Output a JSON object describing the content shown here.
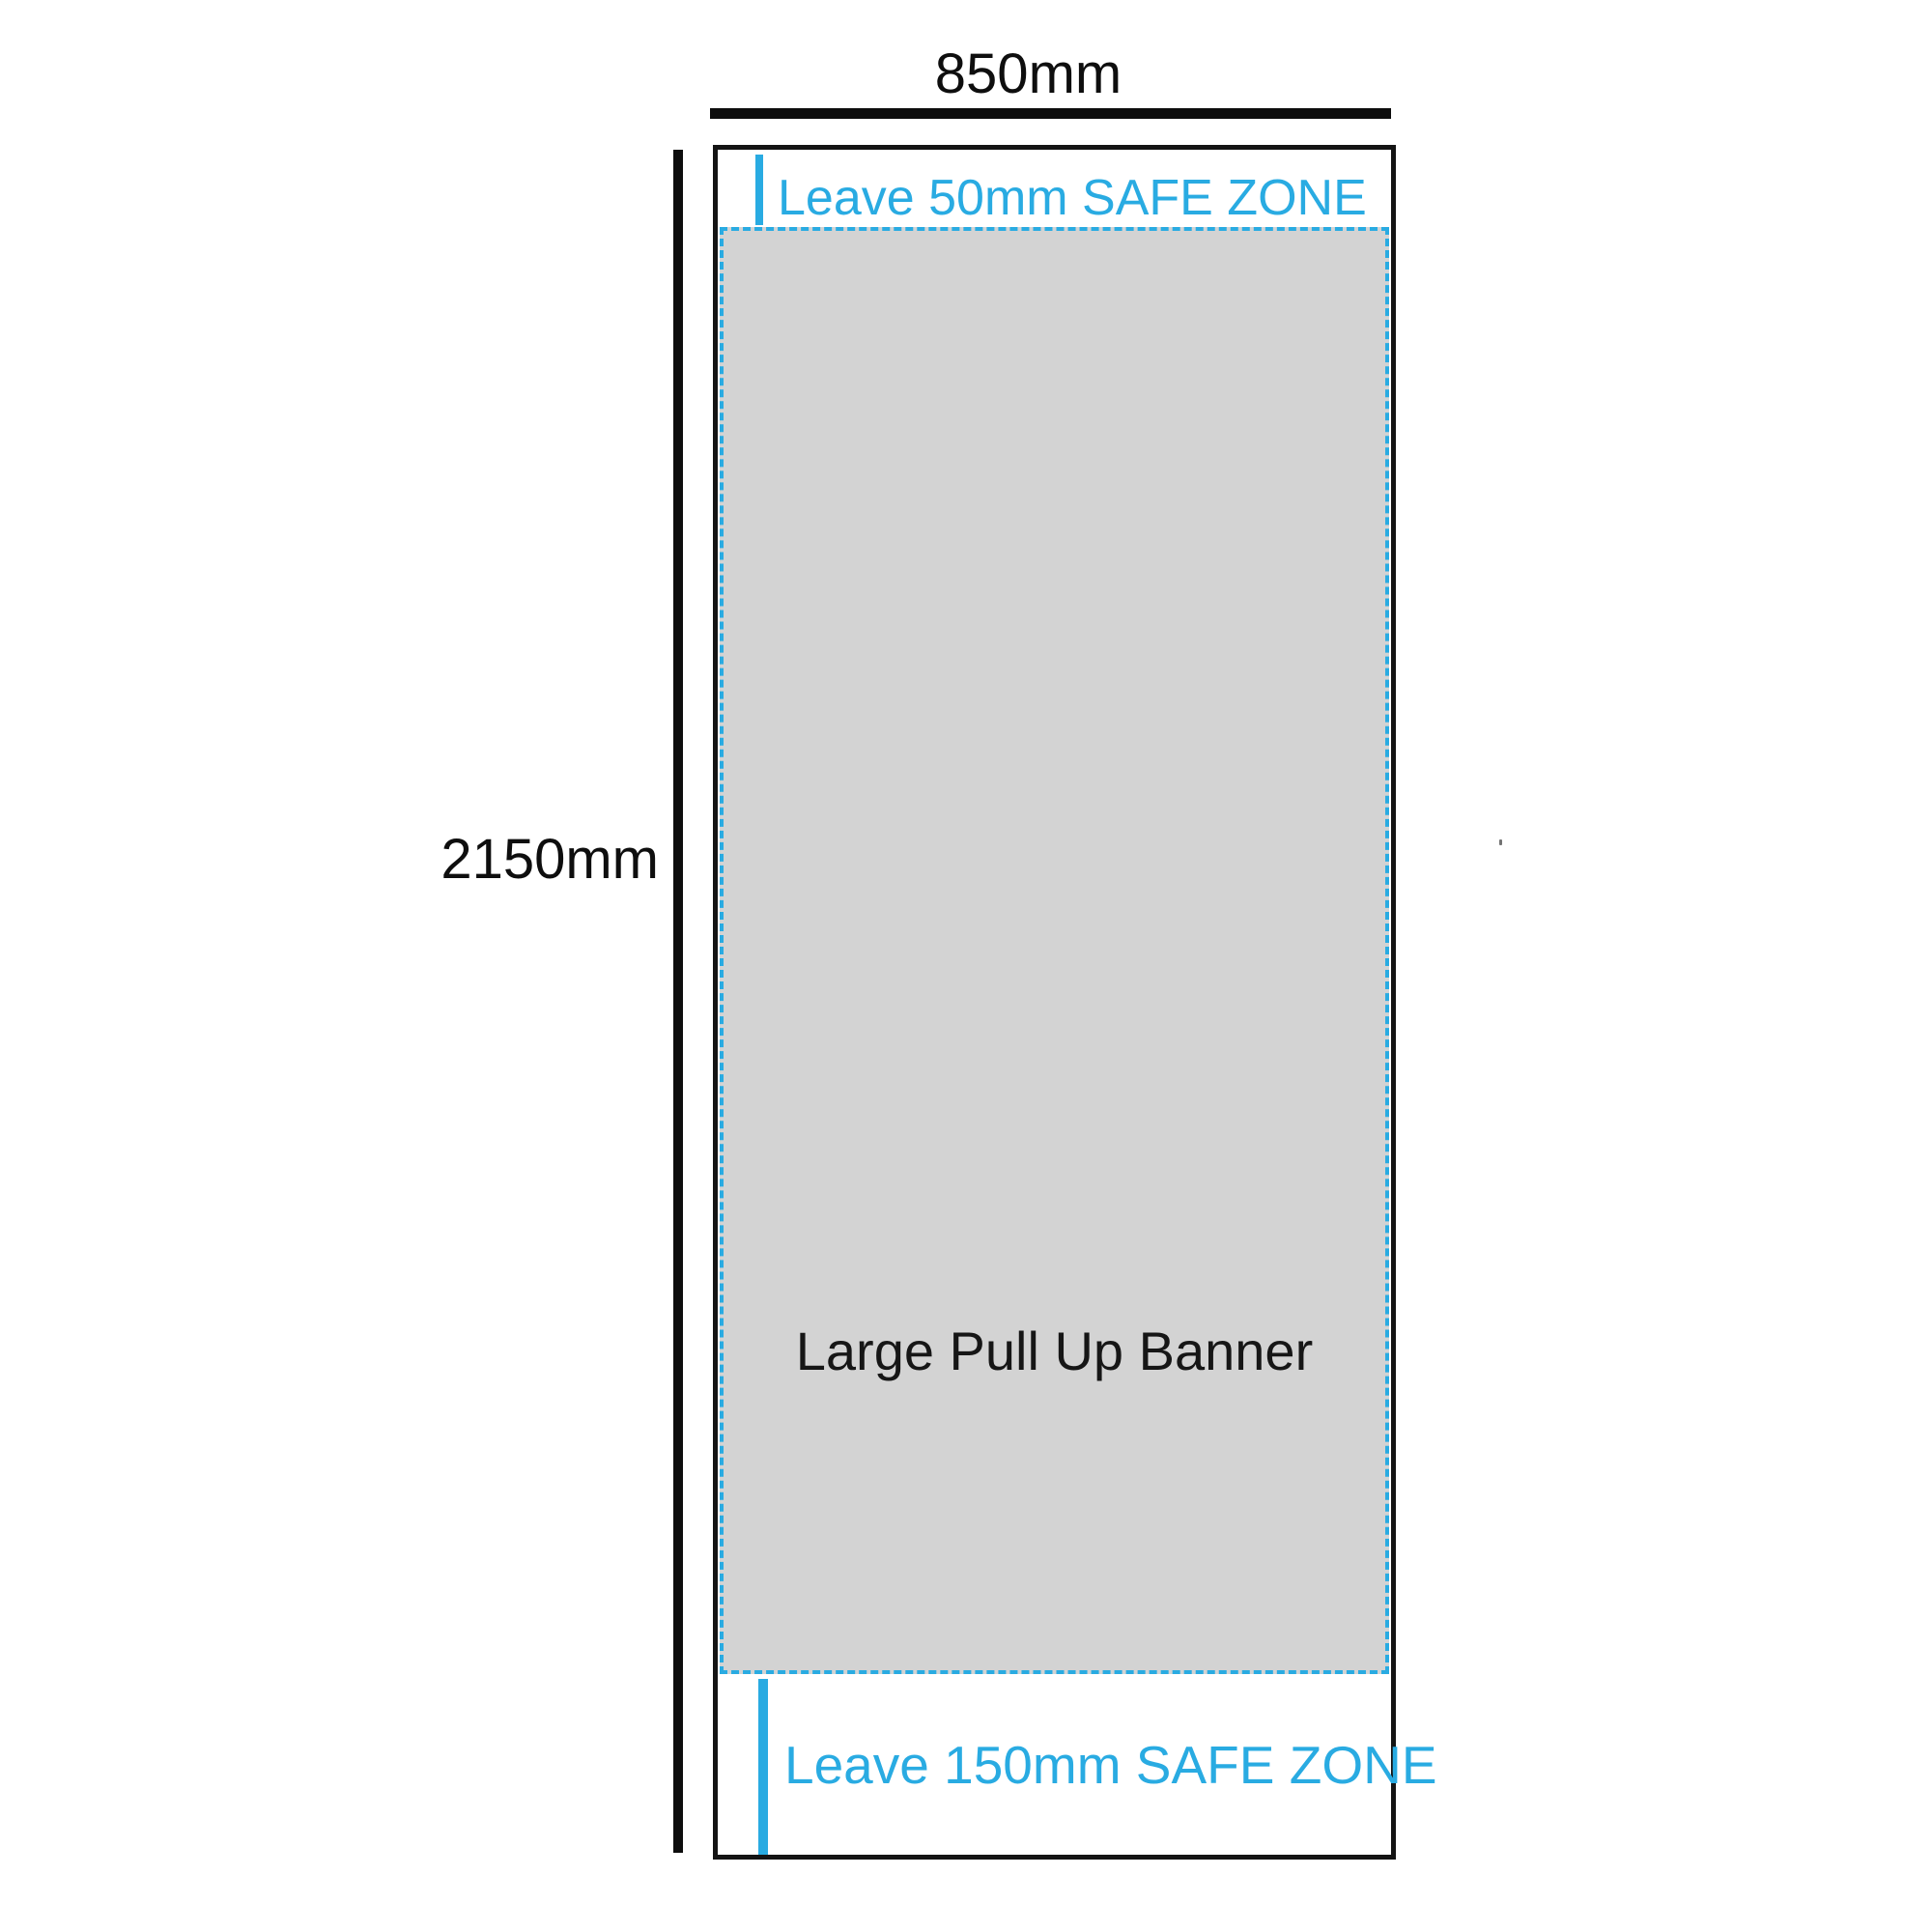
{
  "diagram": {
    "product_name": "Large Pull Up Banner",
    "dimensions": {
      "width_label": "850mm",
      "height_label": "2150mm"
    },
    "safe_zones": {
      "top_label": "Leave 50mm SAFE ZONE",
      "bottom_label": "Leave 150mm SAFE ZONE"
    }
  },
  "colors": {
    "safe_zone_accent": "#29abe2",
    "design_area_fill": "#d3d3d3",
    "dimension_line": "#0d0d0d",
    "outline": "#141414"
  }
}
